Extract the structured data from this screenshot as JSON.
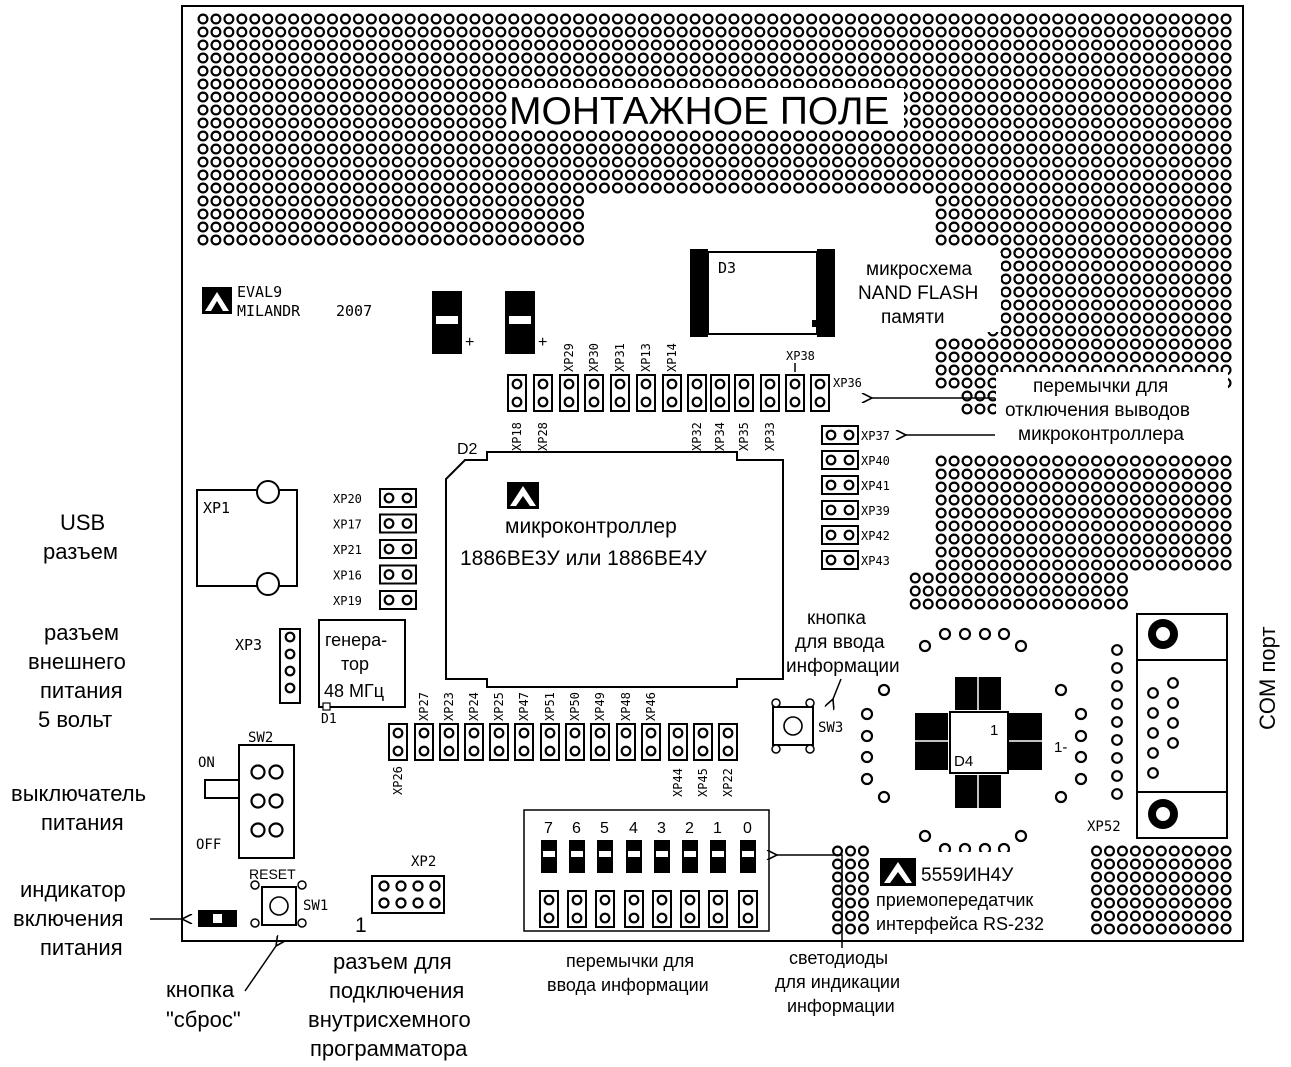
{
  "title": "МОНТАЖНОЕ ПОЛЕ",
  "logo": {
    "line1": "EVAL9",
    "line2": "MILANDR",
    "year": "2007"
  },
  "chips": {
    "mcu": {
      "ref": "D2",
      "line1": "микроконтроллер",
      "line2": "1886ВЕ3У или 1886ВЕ4У"
    },
    "flash": {
      "ref": "D3"
    },
    "gen": {
      "ref": "D1",
      "line1": "генера-",
      "line2": "тор",
      "line3": "48 МГц"
    },
    "transceiver": {
      "ref": "D4",
      "pin": "1",
      "part": "5559ИН4У",
      "line1": "приемопередатчик",
      "line2": "интерфейса RS-232"
    }
  },
  "refs": {
    "xp1": "XP1",
    "xp2": "XP2",
    "xp2_pin": "1",
    "xp3": "XP3",
    "xp52": "XP52",
    "xp52_pin": "1-",
    "sw1": "SW1",
    "sw2": "SW2",
    "sw3": "SW3",
    "on": "ON",
    "off": "OFF",
    "reset": "RESET"
  },
  "top_jumpers_up": [
    "XP29",
    "XP30",
    "XP31",
    "XP13",
    "XP14"
  ],
  "top_jumpers_down": [
    "XP18",
    "XP28",
    "XP32",
    "XP34",
    "XP35",
    "XP33"
  ],
  "top_jumper_xp38": "XP38",
  "top_jumper_xp36": "XP36",
  "left_jumpers": [
    "XP20",
    "XP17",
    "XP21",
    "XP16",
    "XP19"
  ],
  "right_jumpers": [
    "XP37",
    "XP40",
    "XP41",
    "XP39",
    "XP42",
    "XP43"
  ],
  "bottom_jumpers_up": [
    "XP27",
    "XP23",
    "XP24",
    "XP25",
    "XP47",
    "XP51",
    "XP50",
    "XP49",
    "XP48",
    "XP46"
  ],
  "bottom_jumper_xp26": "XP26",
  "bottom_jumpers_down": [
    "XP44",
    "XP45",
    "XP22"
  ],
  "dip_numbers": [
    "7",
    "6",
    "5",
    "4",
    "3",
    "2",
    "1",
    "0"
  ],
  "labels": {
    "usb1": "USB",
    "usb2": "разъем",
    "pwr1": "разъем",
    "pwr2": "внешнего",
    "pwr3": "питания",
    "pwr4": "5 вольт",
    "sw1": "выключатель",
    "sw2": "питания",
    "ind1": "индикатор",
    "ind2": "включения",
    "ind3": "питания",
    "rst1": "кнопка",
    "rst2": "\"сброс\"",
    "prog1": "разъем для",
    "prog2": "подключения",
    "prog3": "внутрисхемного",
    "prog4": "программатора",
    "jin1": "перемычки для",
    "jin2": "ввода информации",
    "led1": "светодиоды",
    "led2": "для индикации",
    "led3": "информации",
    "btn1": "кнопка",
    "btn2": "для ввода",
    "btn3": "информации",
    "nand1": "микросхема",
    "nand2": "NAND FLASH",
    "nand3": "памяти",
    "jdis1": "перемычки для",
    "jdis2": "отключения выводов",
    "jdis3": "микроконтроллера",
    "com": "COM порт"
  }
}
